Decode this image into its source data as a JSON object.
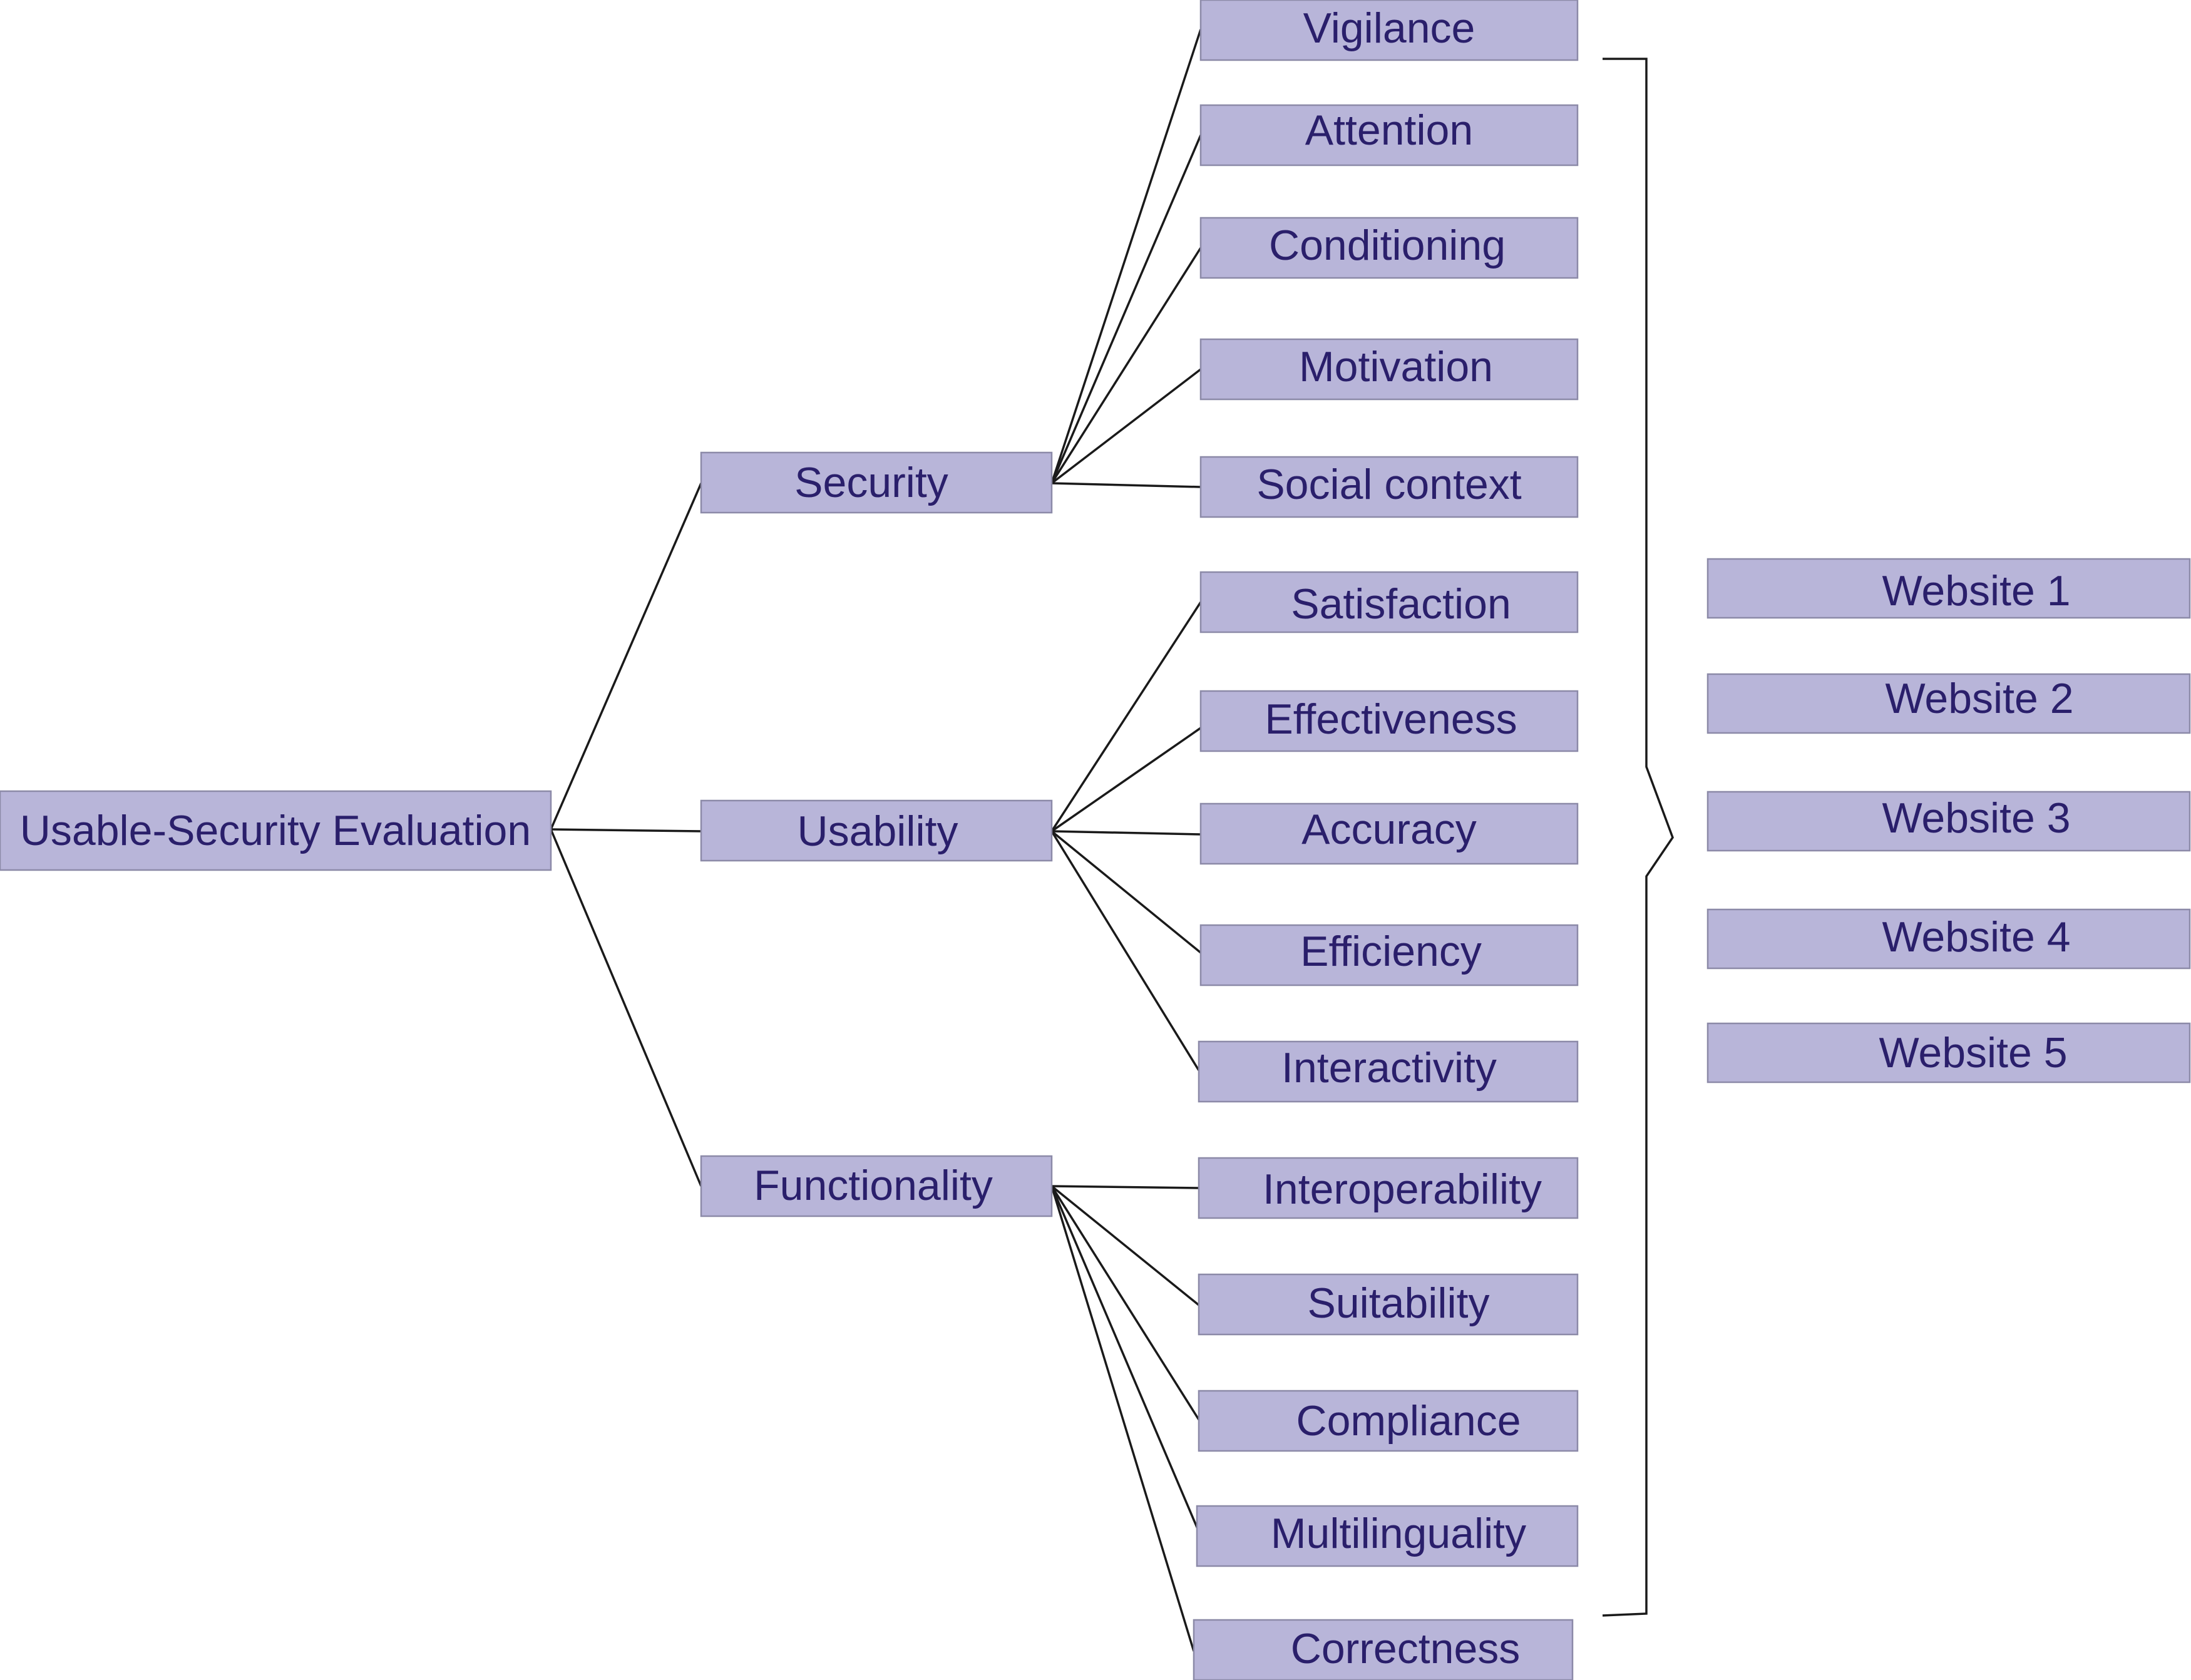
{
  "diagram": {
    "root": "Usable-Security Evaluation",
    "categories": [
      {
        "label": "Security",
        "criteria": [
          "Vigilance",
          "Attention",
          "Conditioning",
          "Motivation",
          "Social context"
        ]
      },
      {
        "label": "Usability",
        "criteria": [
          "Satisfaction",
          "Effectiveness",
          "Accuracy",
          "Efficiency",
          "Interactivity"
        ]
      },
      {
        "label": "Functionality",
        "criteria": [
          "Interoperability",
          "Suitability",
          "Compliance",
          "Multilinguality",
          "Correctness"
        ]
      }
    ],
    "alternatives": [
      "Website 1",
      "Website 2",
      "Website 3",
      "Website 4",
      "Website 5"
    ]
  },
  "colors": {
    "box_fill": "#b8b5d9",
    "box_border": "#8c8aa8",
    "text": "#2a1f6b",
    "connector": "#1a1a1a",
    "background": "#ffffff"
  }
}
